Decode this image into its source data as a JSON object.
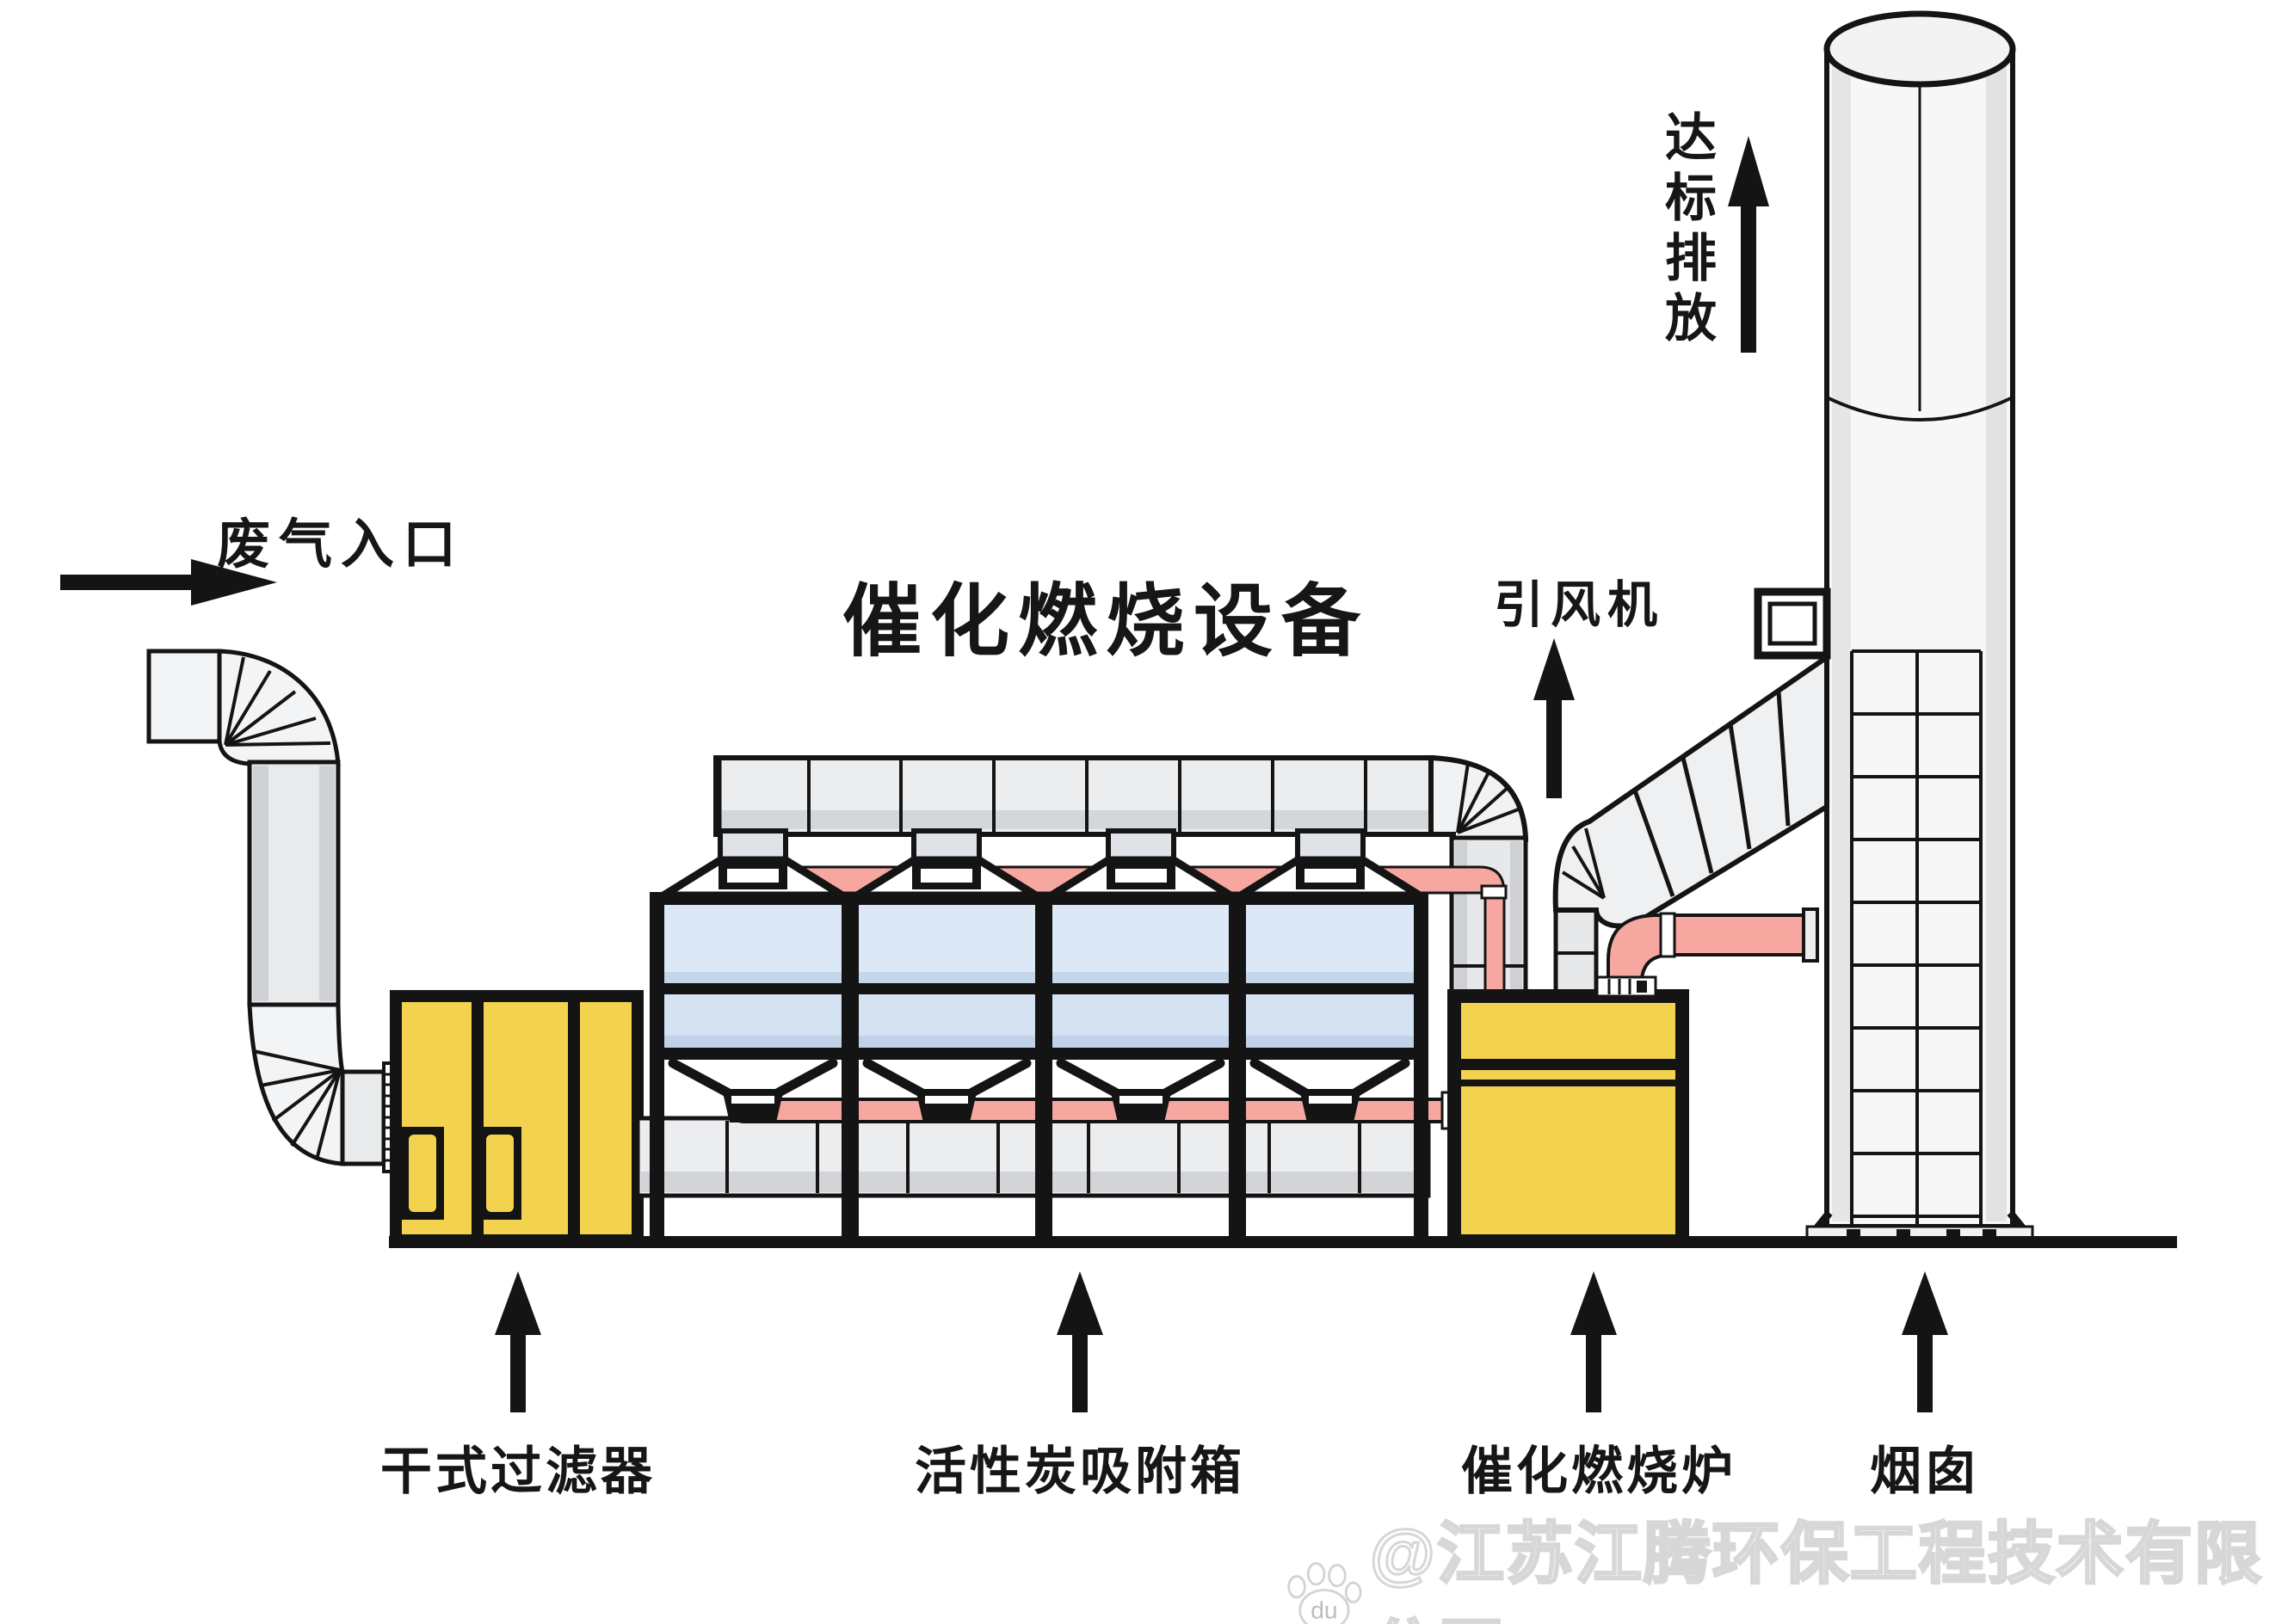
{
  "title": "催化燃烧设备",
  "labels": {
    "inlet": "废气入口",
    "fan": "引风机",
    "emission": "达标排放",
    "dry_filter": "干式过滤器",
    "carbon_box": "活性炭吸附箱",
    "catalytic_furnace": "催化燃烧炉",
    "chimney": "烟囱"
  },
  "watermark": {
    "handle": "@江苏江腾环保工程技术有限公司",
    "logo": "baidu-paw-icon",
    "logo_text": "du"
  },
  "icons": {
    "inlet_flow": "arrow-right",
    "fan_flow": "arrow-up",
    "emission_flow": "arrow-up",
    "label_pointer": "arrow-up"
  },
  "colors": {
    "line": "#141414",
    "equipment_yellow": "#F2D24F",
    "pipe_pink": "#F5A7A0",
    "carbon_blue": "#DCE8F6",
    "duct_gray": "#EDEEF0",
    "chimney_white": "#F7F7F7",
    "background": "#FFFFFF"
  }
}
